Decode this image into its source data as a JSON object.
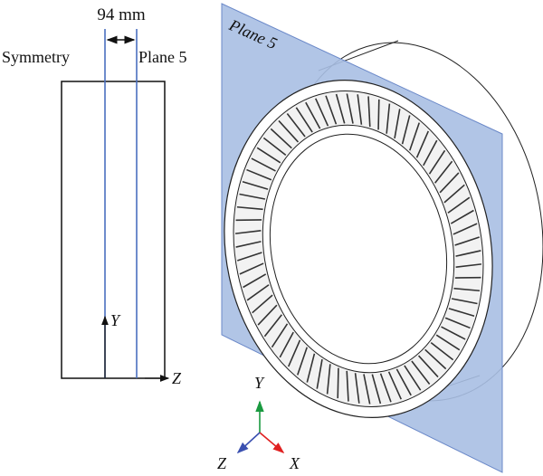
{
  "left_view": {
    "dimension_label": "94 mm",
    "symmetry_label": "Symmetry",
    "plane_label": "Plane 5",
    "y_axis_label": "Y",
    "z_axis_label": "Z"
  },
  "right_view": {
    "plane_label": "Plane 5",
    "spoke_count": 72
  },
  "triad": {
    "y": "Y",
    "x": "X",
    "z": "Z"
  },
  "colors": {
    "plane": "#a9bfe3",
    "plane_line": "#4a6fc0",
    "x_axis": "#e02020",
    "y_axis": "#1a9a40",
    "z_axis": "#3a50b0"
  }
}
